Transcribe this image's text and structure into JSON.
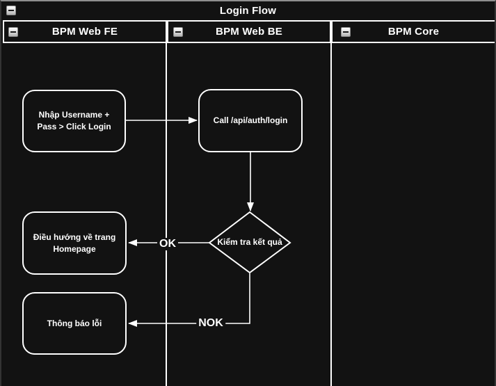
{
  "pool": {
    "title": "Login Flow",
    "collapse_icon": "minus-button"
  },
  "lanes": [
    {
      "label": "BPM Web FE"
    },
    {
      "label": "BPM Web BE"
    },
    {
      "label": "BPM Core"
    }
  ],
  "nodes": {
    "input_login": {
      "text": "Nhập Username +\nPass > Click Login"
    },
    "call_api": {
      "text": "Call /api/auth/login"
    },
    "check_result": {
      "text": "Kiểm tra kết quả"
    },
    "navigate_home": {
      "text": "Điều hướng về trang\nHomepage"
    },
    "error_message": {
      "text": "Thông báo lỗi"
    }
  },
  "edges": {
    "ok_label": "OK",
    "nok_label": "NOK"
  },
  "colors": {
    "background": "#121212",
    "stroke": "#ffffff",
    "pool_top_border": "#8f8f8f",
    "side_border": "#333333"
  }
}
